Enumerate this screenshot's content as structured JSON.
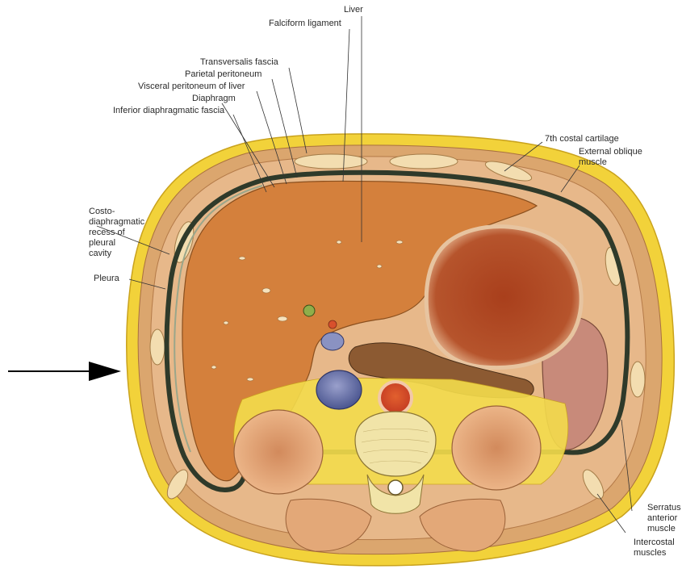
{
  "labels": {
    "liver": "Liver",
    "falciform_ligament": "Falciform ligament",
    "transversalis_fascia": "Transversalis fascia",
    "parietal_peritoneum": "Parietal peritoneum",
    "visceral_peritoneum_of_liver": "Visceral peritoneum of liver",
    "diaphragm": "Diaphragm",
    "inferior_diaphragmatic_fascia": "Inferior diaphragmatic fascia",
    "seventh_costal_cartilage": "7th costal cartilage",
    "external_oblique_muscle": "External oblique muscle",
    "costodiaphragmatic_recess": "Costo-diaphragmatic recess of pleural cavity",
    "pleura": "Pleura",
    "serratus_anterior_muscle": "Serratus anterior muscle",
    "intercostal_muscles": "Intercostal muscles"
  },
  "colors": {
    "fat": "#f2d23a",
    "muscle": "#d9a06a",
    "liver": "#d4803c",
    "stomach": "#a8421f",
    "spleen": "#c88a7a",
    "kidney": "#e3a070",
    "vein": "#7f86b8",
    "aorta": "#d8502c",
    "vertebra": "#f1e4a8",
    "membrane": "#2f3a2a",
    "leader": "#333333",
    "arrow": "#000000"
  }
}
